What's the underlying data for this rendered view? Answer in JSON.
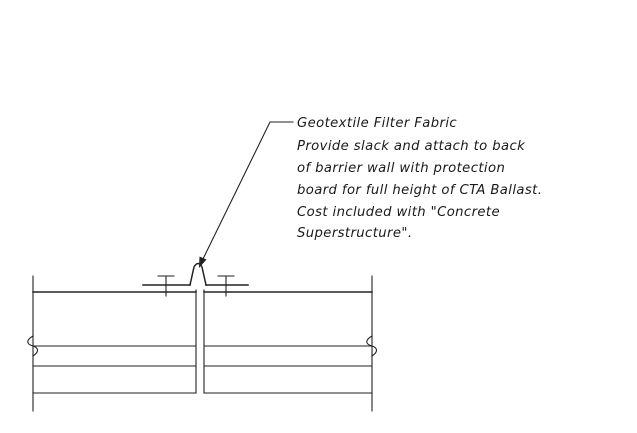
{
  "note": {
    "lines": [
      "Geotextile Filter Fabric",
      "Provide slack and attach to back",
      "of barrier wall with protection",
      "board for full height of CTA Ballast.",
      "Cost included with \"Concrete",
      "Superstructure\"."
    ]
  }
}
